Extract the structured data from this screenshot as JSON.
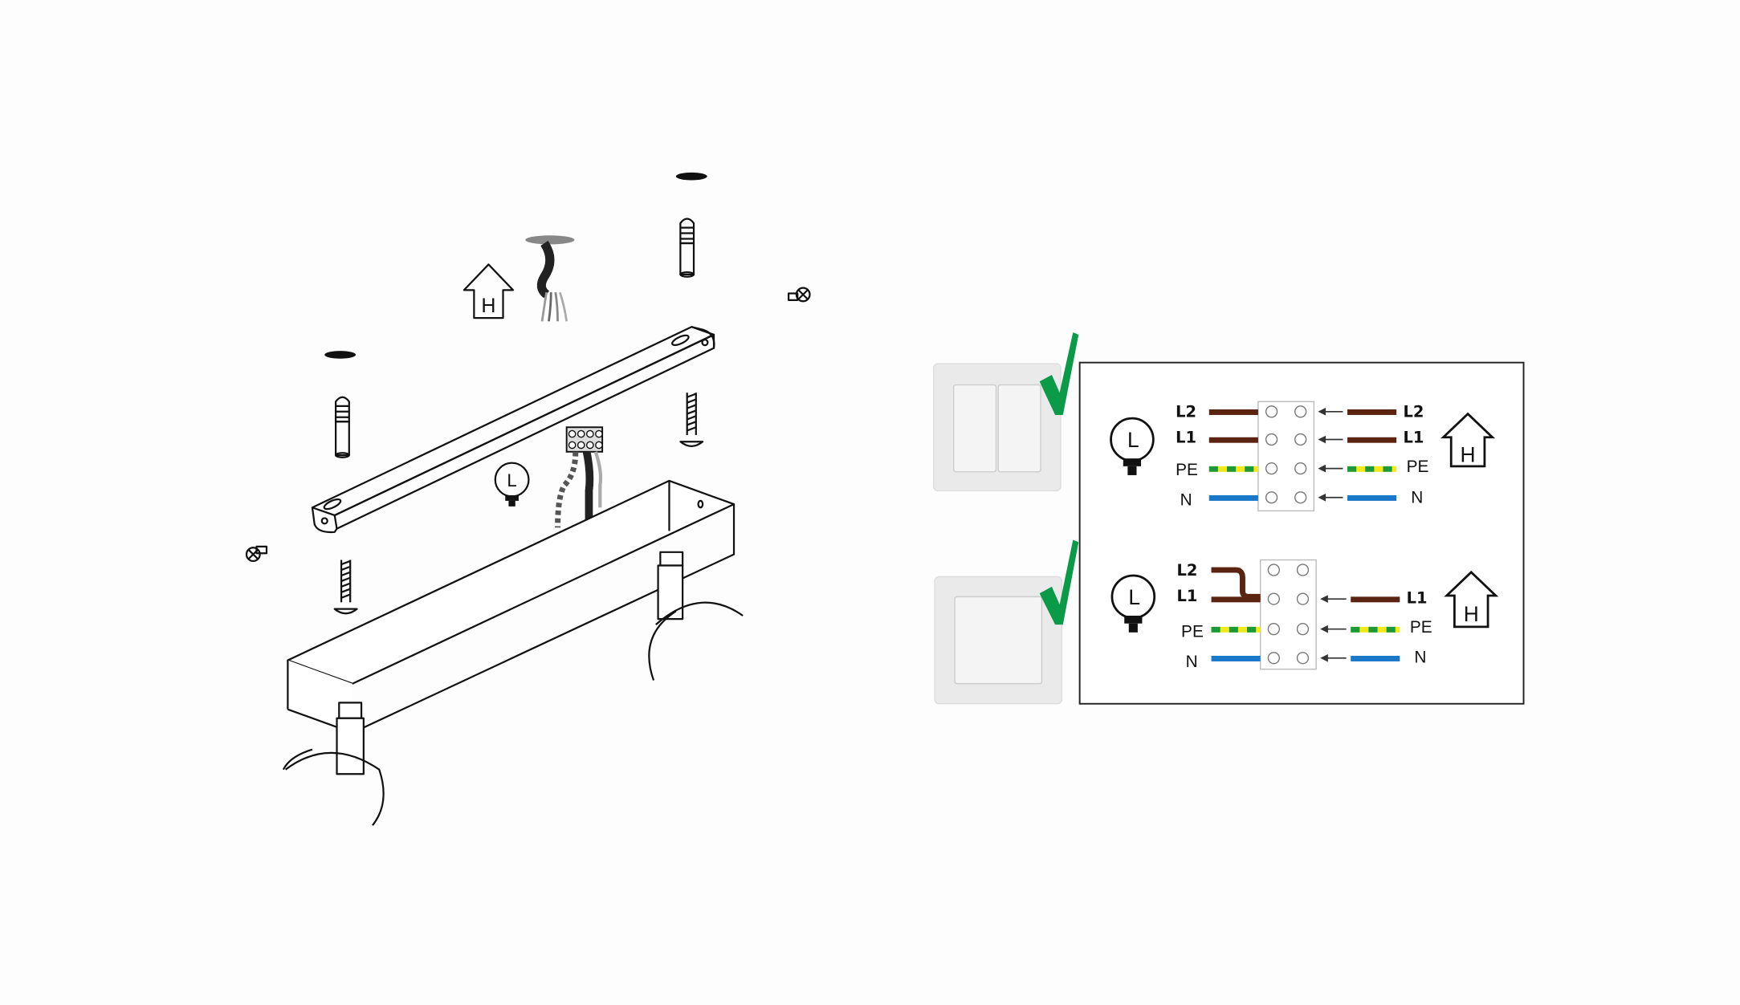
{
  "icons": {
    "house_letter": "H",
    "lamp_letter": "L"
  },
  "wiring": {
    "double_switch": {
      "left": [
        "L2",
        "L1",
        "PE",
        "N"
      ],
      "right": [
        "L2",
        "L1",
        "PE",
        "N"
      ]
    },
    "single_switch": {
      "left": [
        "L2",
        "L1",
        "PE",
        "N"
      ],
      "right": [
        "L1",
        "PE",
        "N"
      ]
    }
  },
  "colors": {
    "live": "#5a2410",
    "earth_green": "#1a9a3a",
    "earth_yellow": "#f2e81a",
    "neutral": "#1a78c8",
    "check": "#0a9a48"
  }
}
